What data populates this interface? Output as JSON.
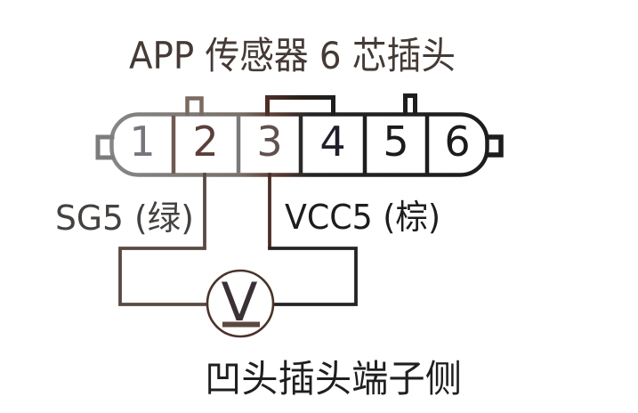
{
  "title": {
    "text": "APP 传感器 6 芯插头",
    "color": "#453a36"
  },
  "connector": {
    "pins": [
      {
        "number": "1",
        "color": "#75757d"
      },
      {
        "number": "2",
        "color": "#5c3e38"
      },
      {
        "number": "3",
        "color": "#60504e"
      },
      {
        "number": "4",
        "color": "#20202c"
      },
      {
        "number": "5",
        "color": "#1b1b1b"
      },
      {
        "number": "6",
        "color": "#1b1b1b"
      }
    ],
    "shell_left_color": "#868686",
    "shell_right_color": "#1d1d1d",
    "watermark_tint": "#5a3c32"
  },
  "wires": {
    "sg5": {
      "label": "SG5 (绿)",
      "label_color": "#45413f",
      "wire_color": "#584a42"
    },
    "vcc5": {
      "label": "VCC5 (棕)",
      "label_color": "#1d1d1d",
      "wire_color": "#242424",
      "stub_color": "#4a2d25"
    }
  },
  "meter": {
    "symbol": "V",
    "circle_color": "#4a332b",
    "symbol_color": "#3a3136",
    "underline_color": "#5c483f"
  },
  "caption": {
    "text": "凹头插头端子侧",
    "color": "#1f1f1f"
  }
}
